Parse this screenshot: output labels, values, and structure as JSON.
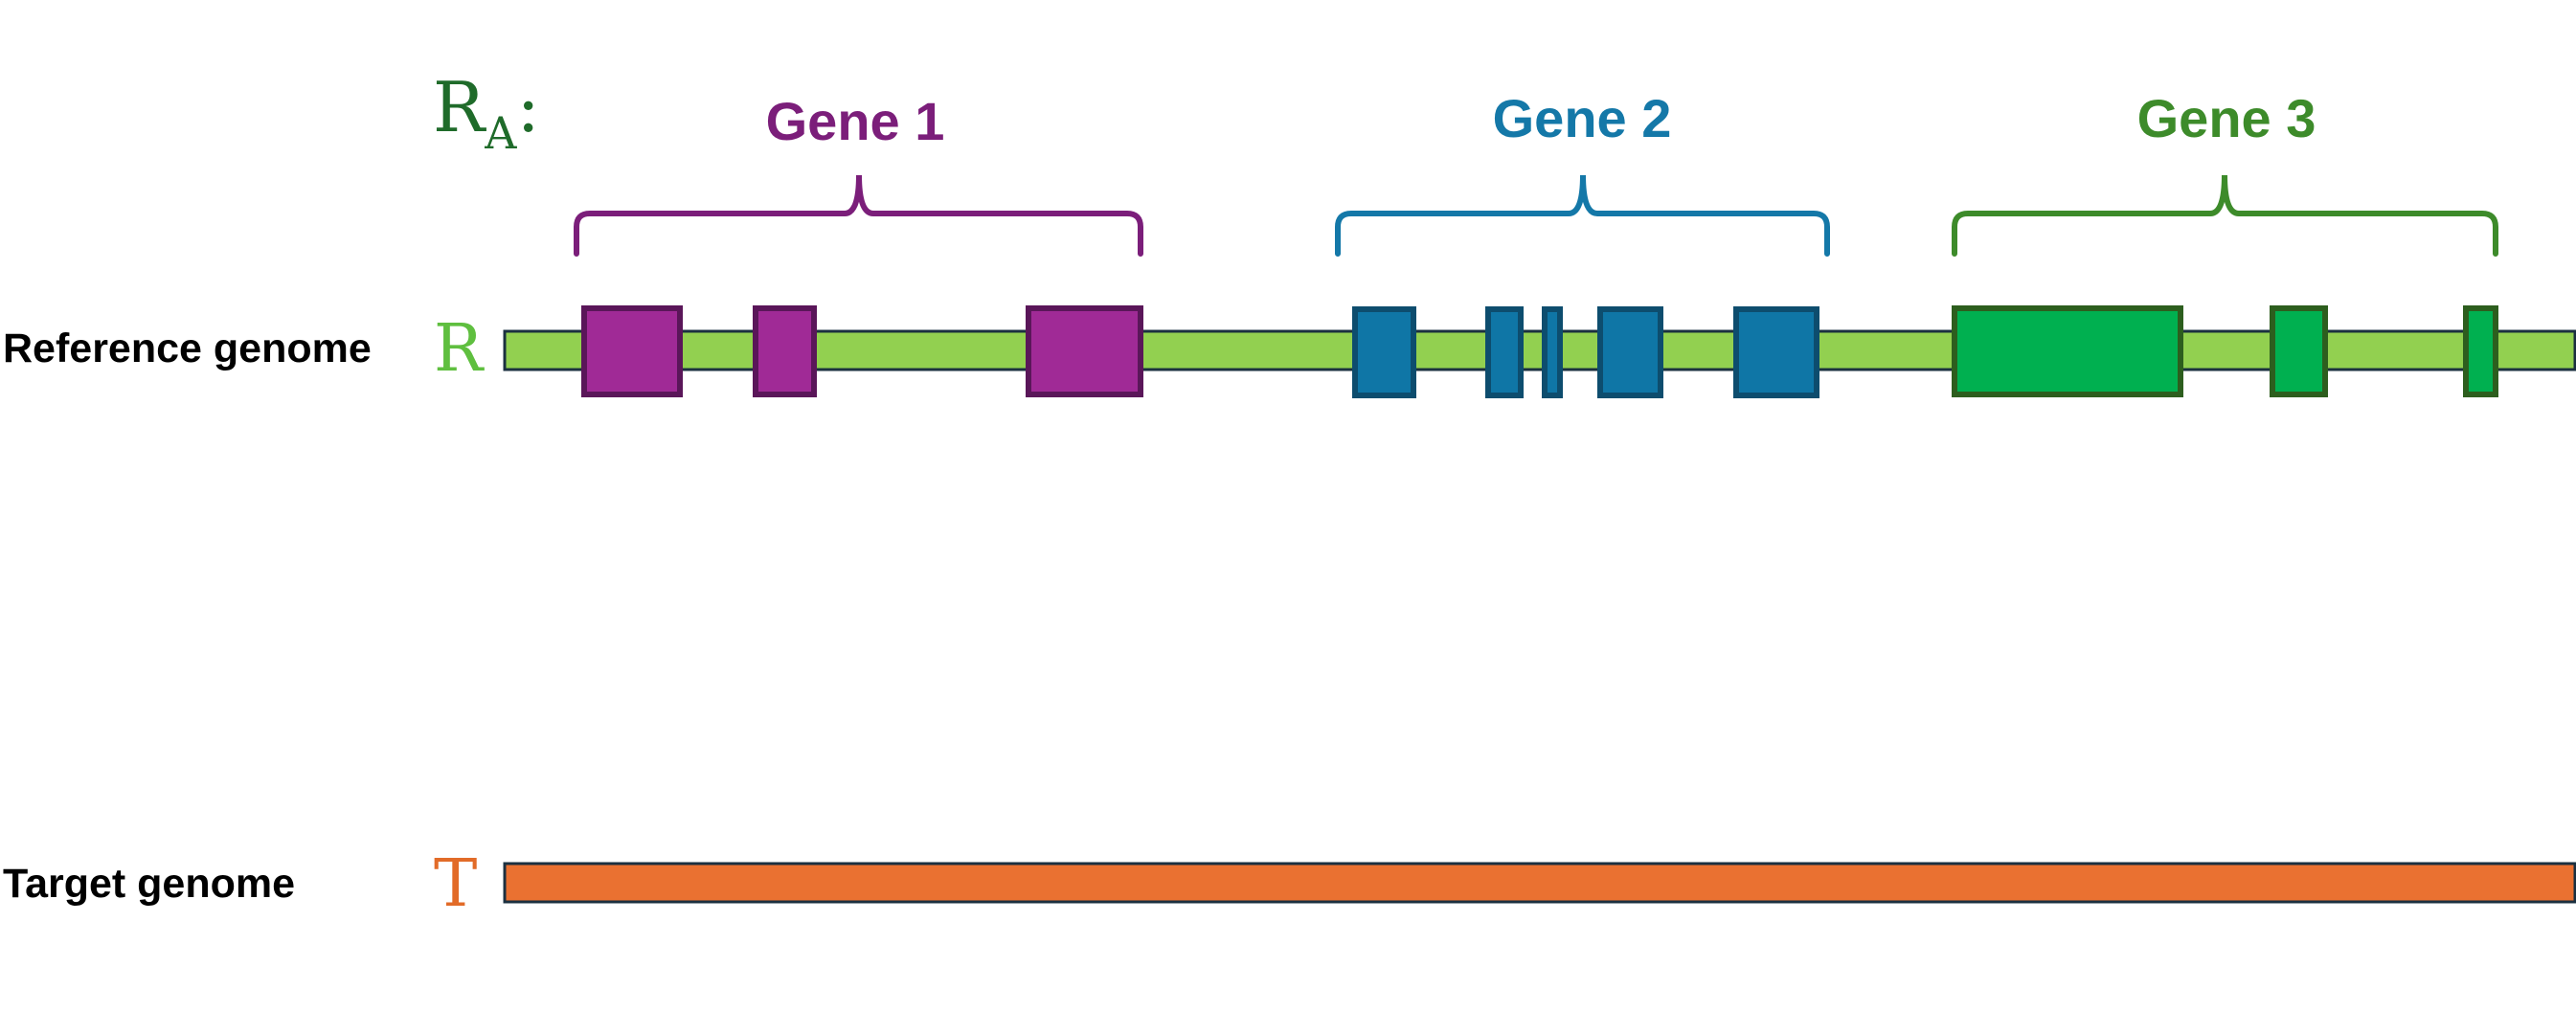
{
  "colors": {
    "background": "#ffffff",
    "ra_label": "#1f6b2a",
    "reference_letter": "#5fbf3f",
    "target_letter": "#e26b28",
    "reference_bar_fill": "#92d050",
    "reference_bar_stroke": "#1b3040",
    "target_bar_fill": "#ea7131",
    "target_bar_stroke": "#1b3040",
    "row_label": "#000000"
  },
  "ra_label": {
    "main": "R",
    "subscript": "A",
    "suffix": ":"
  },
  "reference": {
    "row_label": "Reference genome",
    "letter": "R"
  },
  "target": {
    "row_label": "Target genome",
    "letter": "T"
  },
  "genes": [
    {
      "label": "Gene 1",
      "color": "#7b1e7a",
      "exon_fill": "#a02a96",
      "exon_stroke": "#5a1659",
      "exon_count": 3
    },
    {
      "label": "Gene 2",
      "color": "#1478a8",
      "exon_fill": "#0f76a6",
      "exon_stroke": "#0d4d6e",
      "exon_count": 5
    },
    {
      "label": "Gene 3",
      "color": "#3d8b2a",
      "exon_fill": "#00b050",
      "exon_stroke": "#2d5e1e",
      "exon_count": 3
    }
  ]
}
